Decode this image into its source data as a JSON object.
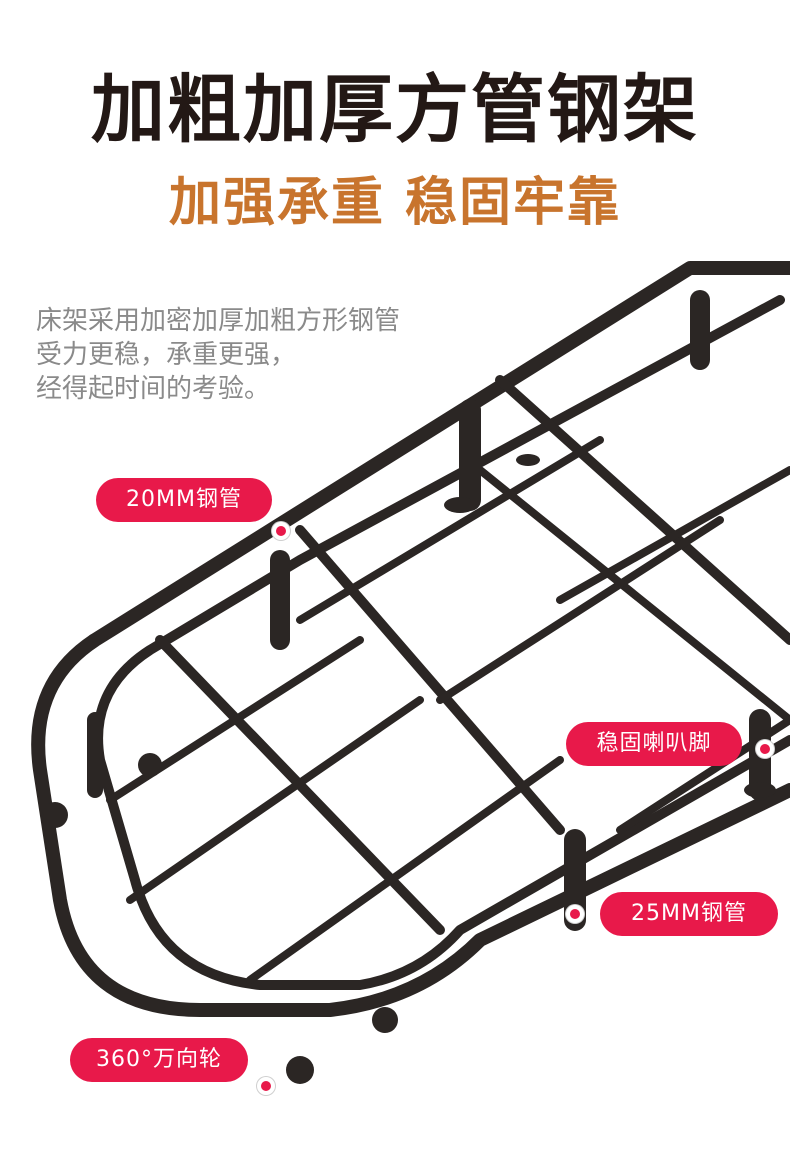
{
  "header": {
    "title": "加粗加厚方管钢架",
    "subtitle": "加强承重 稳固牢靠"
  },
  "description": {
    "lines": [
      "床架采用加密加厚加粗方形钢管",
      "受力更稳，承重更强，",
      "经得起时间的考验。"
    ]
  },
  "callouts": {
    "pipe_20mm": "20MM钢管",
    "flared_feet": "稳固喇叭脚",
    "pipe_25mm": "25MM钢管",
    "caster": "360°万向轮"
  },
  "colors": {
    "title": "#231815",
    "subtitle": "#c8742d",
    "description": "#8a8a8a",
    "callout": "#e8194a",
    "frame": "#2b2624"
  }
}
